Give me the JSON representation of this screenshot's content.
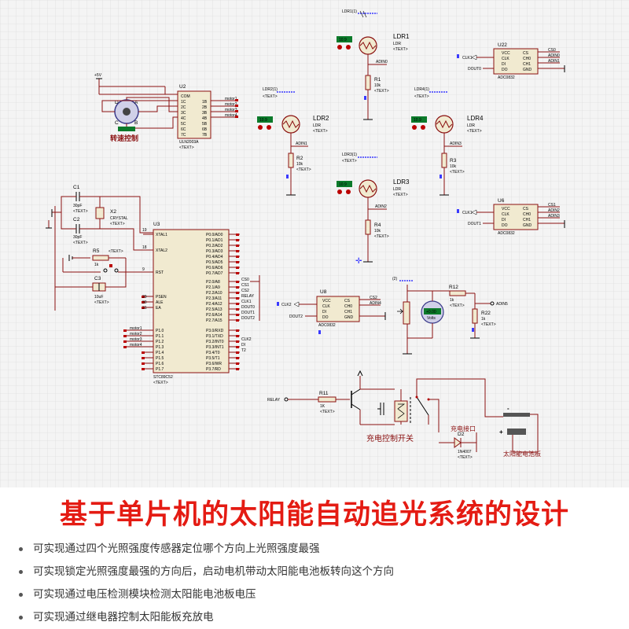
{
  "schematic": {
    "ldr1": {
      "tag": "LDR1(1)",
      "val": "10.9",
      "name": "LDR1",
      "type": "LDR",
      "text": "<TEXT>",
      "net": "ADIN0"
    },
    "ldr2": {
      "tag": "LDR2(1)",
      "val": "10.9",
      "name": "LDR2",
      "type": "LDR",
      "text": "<TEXT>",
      "net": "ADIN1"
    },
    "ldr3": {
      "tag": "LDR3(1)",
      "val": "10.9",
      "name": "LDR3",
      "type": "LDR",
      "text": "<TEXT>",
      "net": "ADIN2"
    },
    "ldr4": {
      "tag": "LDR4(1)",
      "val": "10.9",
      "name": "LDR4",
      "type": "LDR",
      "text": "<TEXT>",
      "net": "ADIN3"
    },
    "r1": {
      "name": "R1",
      "val": "10k",
      "text": "<TEXT>"
    },
    "r2": {
      "name": "R2",
      "val": "10k",
      "text": "<TEXT>"
    },
    "r3": {
      "name": "R3",
      "val": "10k",
      "text": "<TEXT>"
    },
    "r4": {
      "name": "R4",
      "val": "10k",
      "text": "<TEXT>"
    },
    "u2": {
      "name": "U2",
      "part": "ULN2003A",
      "text": "<TEXT>",
      "pins_left": [
        "COM",
        "1C",
        "2C",
        "3C",
        "4C",
        "5C",
        "6C",
        "7C"
      ],
      "pins_right": [
        "1B",
        "2B",
        "3B",
        "4B",
        "5B",
        "6B",
        "7B"
      ],
      "nets": [
        "motor1",
        "motor2",
        "motor3",
        "motor4"
      ]
    },
    "motor": {
      "label": "转速控制",
      "letters": [
        "A",
        "B",
        "C",
        "D"
      ],
      "vcc": "+5V"
    },
    "u22": {
      "name": "U22",
      "part": "ADC0832",
      "pins_left": [
        "VCC",
        "CLK",
        "DI",
        "DO"
      ],
      "pins_right": [
        "CS",
        "CH0",
        "CH1",
        "GND"
      ],
      "net_clk": "CLK1",
      "net_do": "DOUT0",
      "net_cs": "CS0",
      "net_ch0": "ADIN0",
      "net_ch1": "ADIN1"
    },
    "u6": {
      "name": "U6",
      "part": "ADC0832",
      "pins_left": [
        "VCC",
        "CLK",
        "DI",
        "DO"
      ],
      "pins_right": [
        "CS",
        "CH0",
        "CH1",
        "GND"
      ],
      "net_clk": "CLK1",
      "net_do": "DOUT1",
      "net_cs": "CS1",
      "net_ch0": "ADIN2",
      "net_ch1": "ADIN3"
    },
    "u8": {
      "name": "U8",
      "part": "ADC0832",
      "pins_left": [
        "VCC",
        "CLK",
        "DI",
        "DO"
      ],
      "pins_right": [
        "CS",
        "CH0",
        "CH1",
        "GND"
      ],
      "net_clk": "CLK2",
      "net_do": "DOUT2",
      "net_cs": "CS2",
      "net_ch0": "ADIN4"
    },
    "u3": {
      "name": "U3",
      "part": "STC89C52",
      "text": "<TEXT>",
      "left_pins": [
        "XTAL1",
        "XTAL2",
        "RST",
        "PSEN",
        "ALE",
        "EA",
        "P1.0",
        "P1.1",
        "P1.2",
        "P1.3",
        "P1.4",
        "P1.5",
        "P1.6",
        "P1.7"
      ],
      "right_p0": [
        "P0.0/AD0",
        "P0.1/AD1",
        "P0.2/AD2",
        "P0.3/AD3",
        "P0.4/AD4",
        "P0.5/AD5",
        "P0.6/AD6",
        "P0.7/AD7"
      ],
      "right_p2": [
        "P2.0/A8",
        "P2.1/A9",
        "P2.2/A10",
        "P2.3/A11",
        "P2.4/A12",
        "P2.5/A13",
        "P2.6/A14",
        "P2.7/A15"
      ],
      "right_p3": [
        "P3.0/RXD",
        "P3.1/TXD",
        "P3.2/INT0",
        "P3.3/INT1",
        "P3.4/T0",
        "P3.5/T1",
        "P3.6/WR",
        "P3.7/RD"
      ],
      "p2_nets": [
        "CS0",
        "CS1",
        "CS2",
        "RELAY",
        "CLK1",
        "DOUT0",
        "DOUT1",
        "DOUT2"
      ],
      "p3_nets": [
        "CLK2",
        "DI",
        "T2"
      ],
      "p1_nets": [
        "motor1",
        "motor2",
        "motor3",
        "motor4"
      ],
      "pin_xtal1": "19",
      "pin_xtal2": "18",
      "pin_rst": "9",
      "pin_psen": "29",
      "pin_ale": "30",
      "pin_ea": "31"
    },
    "c1": {
      "name": "C1",
      "val": "30pF",
      "text": "<TEXT>"
    },
    "c2": {
      "name": "C2",
      "val": "30pF",
      "text": "<TEXT>"
    },
    "c3": {
      "name": "C3",
      "val": "10uF",
      "text": "<TEXT>"
    },
    "x2": {
      "name": "X2",
      "val": "CRYSTAL",
      "text": "<TEXT>"
    },
    "r5": {
      "name": "R5",
      "val": "1k",
      "text": "<TEXT>"
    },
    "r12": {
      "name": "R12",
      "val": "1k",
      "text": "<TEXT>"
    },
    "r22": {
      "name": "R22",
      "val": "1k",
      "text": "<TEXT>"
    },
    "r11": {
      "name": "R11",
      "val": "1K",
      "text": "<TEXT>"
    },
    "pot": {
      "tag": "(2)",
      "net": "ADIN5"
    },
    "vm": {
      "reading": "+0.00",
      "unit": "Volts"
    },
    "d2": {
      "name": "D2",
      "part": "1N4007",
      "text": "<TEXT>"
    },
    "relay_label": "充电控制开关",
    "port_label": "充电接口",
    "panel_label": "太阳能电池板",
    "relay_net": "RELAY",
    "panel_plus": "+",
    "panel_minus": "-"
  },
  "footer": {
    "title": "基于单片机的太阳能自动追光系统的设计",
    "title_color": "#e41b13",
    "bullets": [
      "可实现通过四个光照强度传感器定位哪个方向上光照强度最强",
      "可实现锁定光照强度最强的方向后，启动电机带动太阳能电池板转向这个方向",
      "可实现通过电压检测模块检测太阳能电池板电压",
      "可实现通过继电器控制太阳能板充放电"
    ]
  }
}
